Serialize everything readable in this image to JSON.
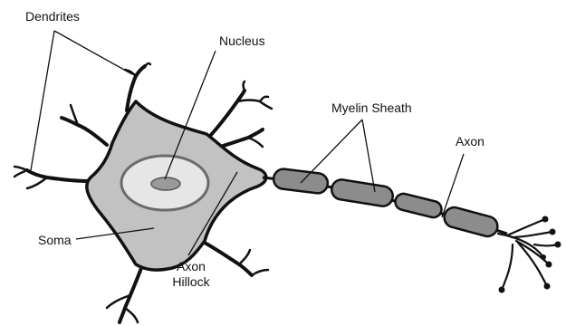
{
  "labels": {
    "dendrites": "Dendrites",
    "nucleus": "Nucleus",
    "myelin_sheath": "Myelin Sheath",
    "axon": "Axon",
    "soma": "Soma",
    "axon_hillock_line1": "Axon",
    "axon_hillock_line2": "Hillock"
  },
  "colors": {
    "soma_fill": "#c2c2c2",
    "nucleus_fill": "#e6e6e6",
    "nucleolus_fill": "#9a9a9a",
    "myelin_fill": "#8c8c8c",
    "outline": "#111111"
  }
}
